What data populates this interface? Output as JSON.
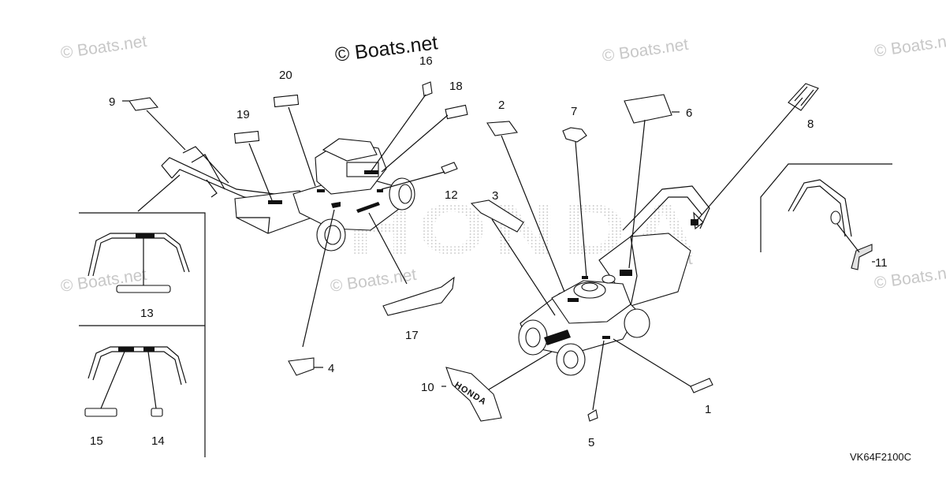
{
  "diagram": {
    "watermark_main": "© Boats.net",
    "watermark_faint": "© Boats.net",
    "brand_overlay": "HONDA",
    "decal_text": "HONDA",
    "diagram_code": "VK64F2100C",
    "callouts": [
      "1",
      "2",
      "3",
      "4",
      "5",
      "6",
      "7",
      "8",
      "9",
      "10",
      "11",
      "12",
      "13",
      "14",
      "15",
      "16",
      "17",
      "18",
      "19",
      "20"
    ]
  }
}
